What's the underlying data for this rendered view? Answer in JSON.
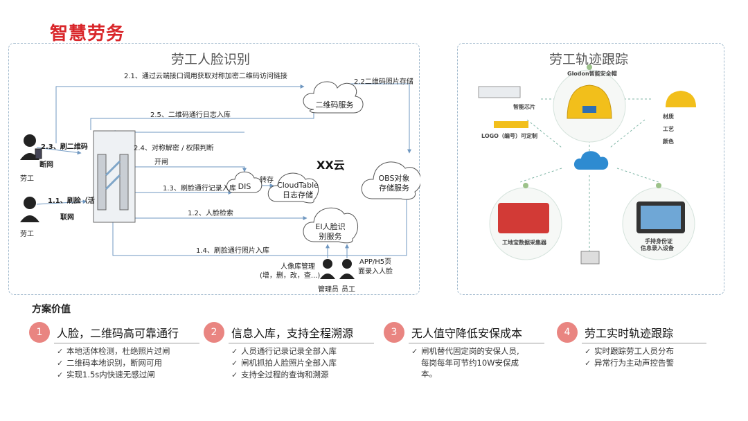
{
  "page_title": "智慧劳务",
  "left_panel": {
    "title": "劳工人脸识别",
    "labels": {
      "step_2_1": "2.1、通过云端接口调用获取对称加密二维码访问链接",
      "step_2_2": "2.2二维码照片存储",
      "step_2_5": "2.5、二维码通行日志入库",
      "step_2_3": "2.3、刷二维码",
      "offline": "断网",
      "step_2_4_a": "2.4、对称解密 / 权限判断",
      "step_2_4_b": "开闸",
      "worker_1": "劳工",
      "step_1_1": "1.1、刷脸（活",
      "online": "联网",
      "worker_2": "劳工",
      "step_1_3": "1.3、刷脸通行记录入库",
      "transfer": "转存",
      "step_1_2": "1.2、人脸检索",
      "step_1_4": "1.4、刷脸通行照片入库",
      "portrait_mgmt_a": "人像库管理",
      "portrait_mgmt_b": "(增，删，改，查...)",
      "app_h5_a": "APP/H5页",
      "app_h5_b": "面录入人脸",
      "admin": "管理员",
      "staff": "员工",
      "xx_cloud": "XX云"
    },
    "clouds": {
      "qr_service": "二维码服务",
      "dis": "DIS",
      "cloudtable_a": "CloudTable",
      "cloudtable_b": "日志存储",
      "obs_a": "OBS对象",
      "obs_b": "存储服务",
      "ei_a": "EI人脸识",
      "ei_b": "别服务"
    }
  },
  "right_panel": {
    "title": "劳工轨迹跟踪",
    "helmet_title": "Glodon智能安全帽",
    "smart_chip": "智能芯片",
    "logo_custom": "LOGO（编号）可定制",
    "material": "材质",
    "process": "工艺",
    "color": "颜色",
    "collector": "工地宝数据采集器",
    "id_device_a": "手持身份证",
    "id_device_b": "信息录入设备"
  },
  "value_section": {
    "heading": "方案价值",
    "items": [
      {
        "num": "1",
        "title": "人脸，二维码高可靠通行",
        "points": [
          "本地活体检测，杜绝照片过闸",
          "二维码本地识别，断网可用",
          "实现1.5s内快速无感过闸"
        ]
      },
      {
        "num": "2",
        "title": "信息入库，支持全程溯源",
        "points": [
          "人员通行记录记录全部入库",
          "闸机抓拍人脸照片全部入库",
          "支持全过程的查询和溯源"
        ]
      },
      {
        "num": "3",
        "title": "无人值守降低安保成本",
        "points": [
          "闸机替代固定岗的安保人员,",
          "每岗每年可节约10W安保成",
          "本。"
        ]
      },
      {
        "num": "4",
        "title": "劳工实时轨迹跟踪",
        "points": [
          "实时跟踪劳工人员分布",
          "异常行为主动声控告警"
        ]
      }
    ]
  },
  "colors": {
    "title_red": "#d9262a",
    "circle_pink": "#e98581",
    "arrow_blue": "#6f97c0",
    "panel_border": "#9fb8cc"
  }
}
